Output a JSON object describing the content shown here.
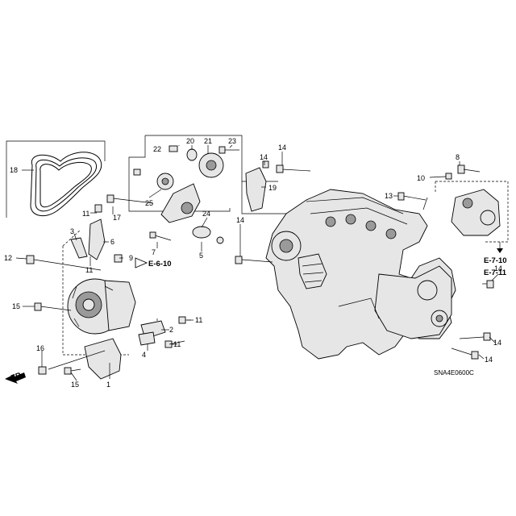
{
  "diagram_code": "SNA4E0600C",
  "direction_label": "FR.",
  "references": {
    "alternator_wiring": "E-6-10",
    "starter_ref_1": "E-7-10",
    "starter_ref_2": "E-7-11"
  },
  "callouts": {
    "c1": "1",
    "c2": "2",
    "c3": "3",
    "c4": "4",
    "c5": "5",
    "c6": "6",
    "c7": "7",
    "c8": "8",
    "c9": "9",
    "c10": "10",
    "c11a": "11",
    "c11b": "11",
    "c11c": "11",
    "c11d": "11",
    "c12": "12",
    "c13": "13",
    "c14a": "14",
    "c14b": "14",
    "c14c": "14",
    "c14d": "14",
    "c14e": "14",
    "c15a": "15",
    "c15b": "15",
    "c16": "16",
    "c17": "17",
    "c18": "18",
    "c19": "19",
    "c20": "20",
    "c21": "21",
    "c22": "22",
    "c23": "23",
    "c24": "24",
    "c25": "25"
  }
}
